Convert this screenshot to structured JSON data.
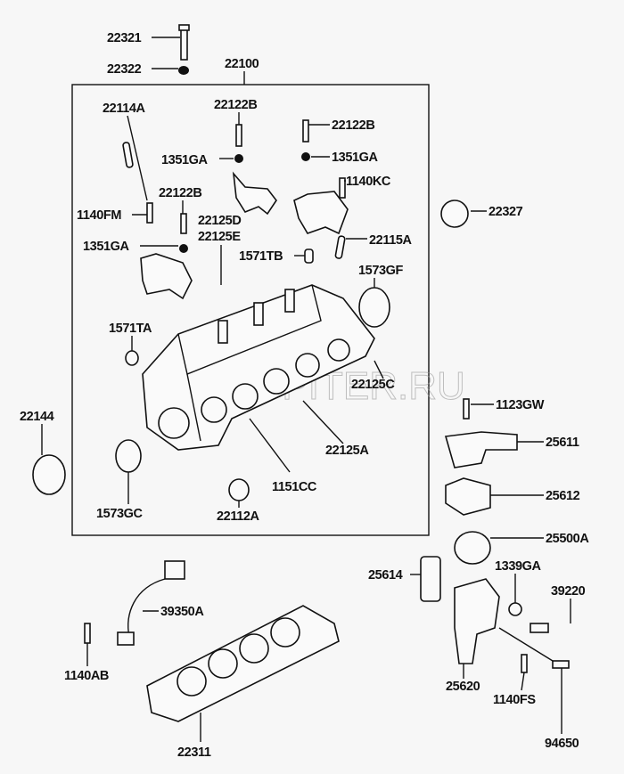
{
  "diagram": {
    "assembly_label": "22100",
    "watermark": "AUTOPITER.RU",
    "parts": [
      "22321",
      "22322",
      "22114A",
      "22122B",
      "22122B",
      "1351GA",
      "1351GA",
      "1140KC",
      "22327",
      "22122B",
      "1140FM",
      "22125D",
      "22125E",
      "1351GA",
      "1571TB",
      "22115A",
      "1573GF",
      "1571TA",
      "22125C",
      "1123GW",
      "22144",
      "25611",
      "22125A",
      "1151CC",
      "1573GC",
      "22112A",
      "25612",
      "25500A",
      "25614",
      "1339GA",
      "39220",
      "39350A",
      "1140AB",
      "25620",
      "1140FS",
      "94650",
      "22311"
    ]
  }
}
